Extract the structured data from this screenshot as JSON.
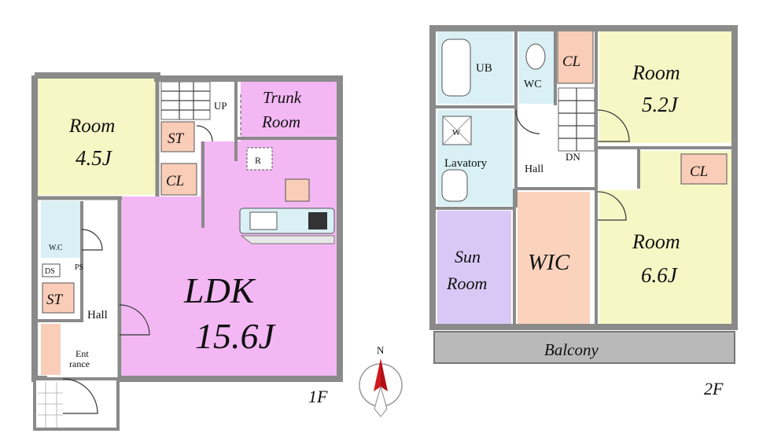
{
  "floor1": {
    "label": "1F",
    "rooms": {
      "room45_name": "Room",
      "room45_size": "4.5J",
      "trunk_line1": "Trunk",
      "trunk_line2": "Room",
      "ldk_name": "LDK",
      "ldk_size": "15.6J",
      "st_upper": "ST",
      "cl": "CL",
      "wc": "W.C",
      "ds": "DS",
      "ps": "PS",
      "st_lower": "ST",
      "hall": "Hall",
      "entrance_line1": "Ent",
      "entrance_line2": "rance",
      "up": "UP",
      "r": "R"
    }
  },
  "floor2": {
    "label": "2F",
    "rooms": {
      "ub": "UB",
      "wc": "WC",
      "cl_top": "CL",
      "room52_name": "Room",
      "room52_size": "5.2J",
      "w": "W",
      "lavatory": "Lavatory",
      "hall": "Hall",
      "dn": "DN",
      "cl_right": "CL",
      "sun_line1": "Sun",
      "sun_line2": "Room",
      "wic": "WIC",
      "room66_name": "Room",
      "room66_size": "6.6J",
      "balcony": "Balcony"
    }
  },
  "compass": {
    "north": "N"
  },
  "colors": {
    "room_yellow": "#f7f7c6",
    "ldk_pink": "#f3b8f3",
    "closet_peach": "#f9cdb8",
    "wet_blue": "#d9f0f5",
    "sun_purple": "#d9c8f5",
    "wic_peach": "#fbd3bd",
    "balcony_gray": "#b9b9b9",
    "wall_gray": "#8a8a8a",
    "compass_red": "#d0181e"
  }
}
